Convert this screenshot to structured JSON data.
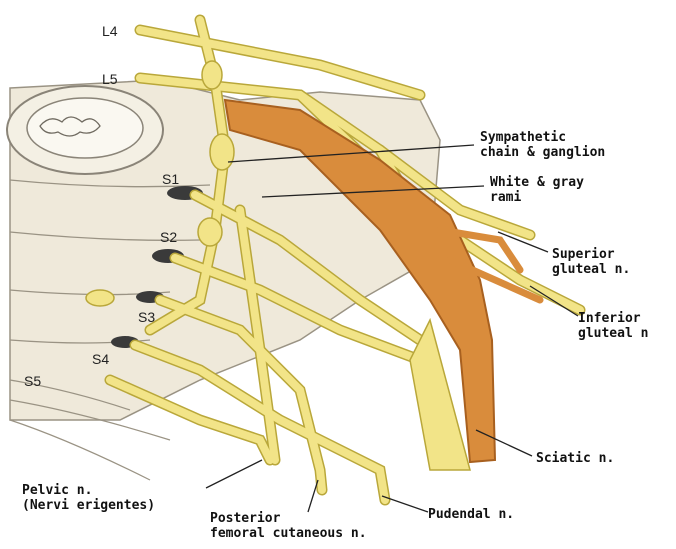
{
  "colors": {
    "nerve": "#f2e488",
    "nerve_outline": "#b9a73a",
    "sciatic": "#d98c3c",
    "sciatic_dark": "#a8601f",
    "vertebra": "#ece7d8",
    "vertebra_outline": "#8a8478",
    "background": "#ffffff"
  },
  "segments": {
    "l4": "L4",
    "l5": "L5",
    "s1": "S1",
    "s2": "S2",
    "s3": "S3",
    "s4": "S4",
    "s5": "S5"
  },
  "labels": {
    "sympathetic": [
      "Sympathetic",
      "chain & ganglion"
    ],
    "white_gray": [
      "White & gray",
      "rami"
    ],
    "superior_gluteal": [
      "Superior",
      "gluteal n."
    ],
    "inferior_gluteal": [
      "Inferior",
      "gluteal n"
    ],
    "sciatic": [
      "Sciatic n."
    ],
    "pudendal": [
      "Pudendal n."
    ],
    "posterior_femoral": [
      "Posterior",
      "femoral cutaneous n."
    ],
    "pelvic": [
      "Pelvic n.",
      "(Nervi erigentes)"
    ]
  },
  "icons": {
    "vertebra": "vertebra-illustration",
    "nerve": "nerve-illustration"
  }
}
